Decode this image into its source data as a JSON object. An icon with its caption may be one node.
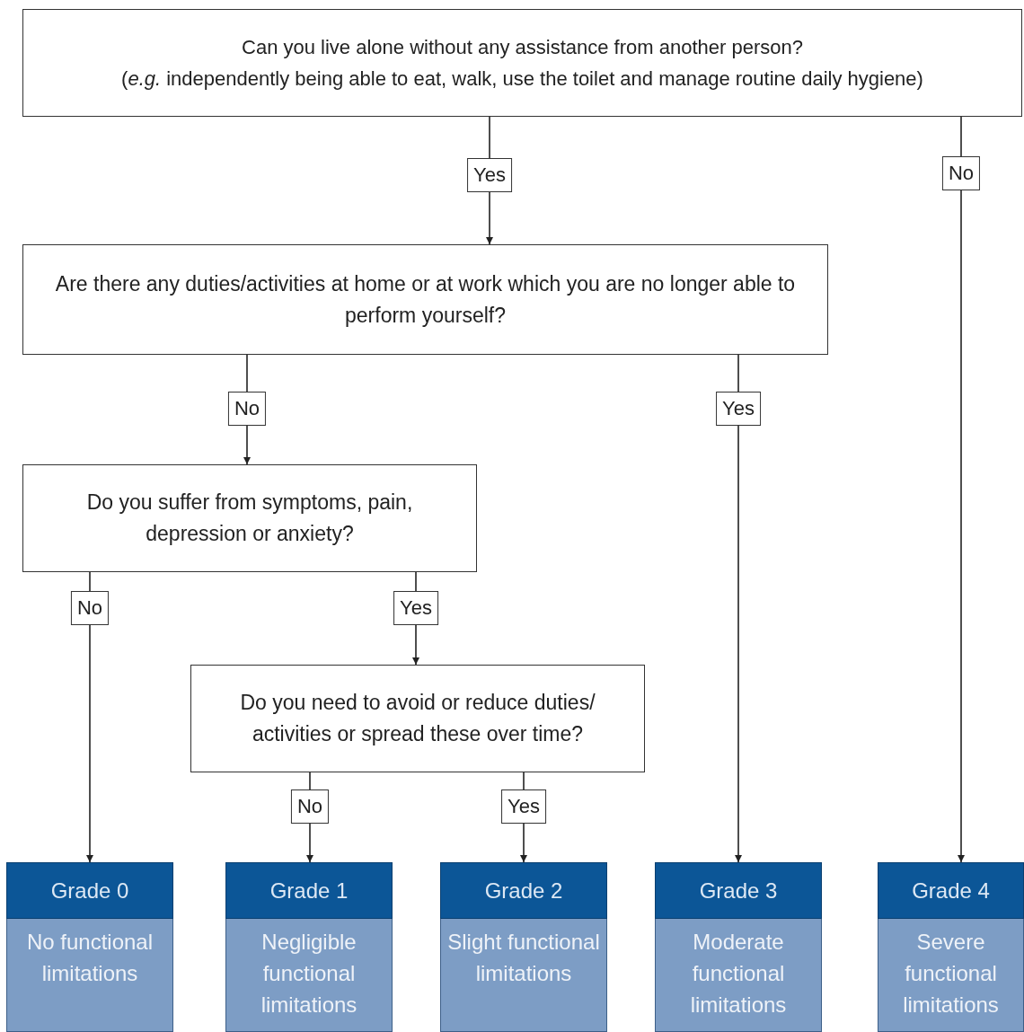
{
  "diagram": {
    "nodes": [
      {
        "text": [
          "Can you live alone without any assistance from another person?",
          "(*e.g.* independently being able to eat, walk, use the toilet and manage routine daily hygiene)"
        ]
      },
      {
        "text": [
          "Are there any duties/activities at home or at work which you are no longer able to perform yourself?"
        ]
      },
      {
        "text": [
          "Do you suffer from symptoms, pain, depression or anxiety?"
        ]
      },
      {
        "text": [
          "Do you need to avoid or reduce duties/ activities or spread these over time?"
        ]
      },
      {
        "text": [
          "Grade 0",
          "No functional limitations"
        ]
      },
      {
        "text": [
          "Grade 1",
          "Negligible functional limitations"
        ]
      },
      {
        "text": [
          "Grade 2",
          "Slight functional limitations"
        ]
      },
      {
        "text": [
          "Grade 3",
          "Moderate functional limitations"
        ]
      },
      {
        "text": [
          "Grade 4",
          "Severe functional limitations"
        ]
      }
    ],
    "edges": [
      {
        "from": 0,
        "to": 1,
        "arrow": "to",
        "label": "Yes"
      },
      {
        "from": 0,
        "to": 8,
        "arrow": "to",
        "label": "No"
      },
      {
        "from": 1,
        "to": 2,
        "arrow": "to",
        "label": "No"
      },
      {
        "from": 1,
        "to": 7,
        "arrow": "to",
        "label": "Yes"
      },
      {
        "from": 2,
        "to": 4,
        "arrow": "to",
        "label": "No"
      },
      {
        "from": 2,
        "to": 3,
        "arrow": "to",
        "label": "Yes"
      },
      {
        "from": 3,
        "to": 5,
        "arrow": "to",
        "label": "No"
      },
      {
        "from": 3,
        "to": 6,
        "arrow": "to",
        "label": "Yes"
      }
    ]
  }
}
